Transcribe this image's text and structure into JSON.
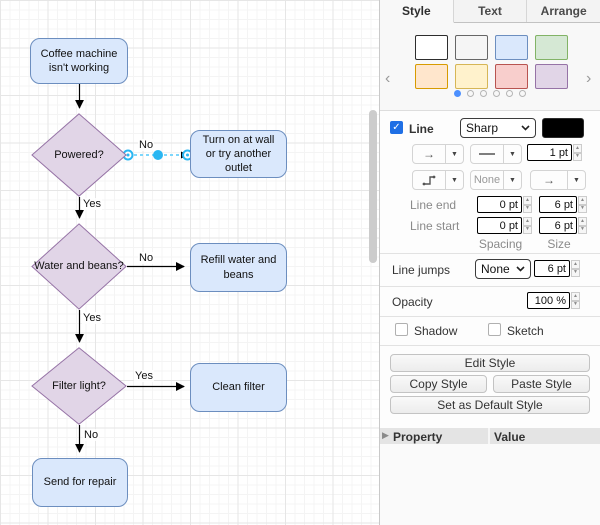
{
  "flowchart": {
    "nodes": {
      "start": {
        "label": "Coffee machine isn't working"
      },
      "powered": {
        "label": "Powered?"
      },
      "turn_on": {
        "label": "Turn on at wall or try another outlet"
      },
      "water": {
        "label": "Water and beans?"
      },
      "refill": {
        "label": "Refill water and beans"
      },
      "filter": {
        "label": "Filter light?"
      },
      "clean": {
        "label": "Clean filter"
      },
      "repair": {
        "label": "Send for repair"
      }
    },
    "edge_labels": {
      "powered_no": "No",
      "powered_yes": "Yes",
      "water_no": "No",
      "water_yes": "Yes",
      "filter_yes": "Yes",
      "filter_no": "No"
    },
    "colors": {
      "process_fill": "#dae8fc",
      "process_stroke": "#6c8ebf",
      "decision_fill": "#e1d5e7",
      "decision_stroke": "#9673a6",
      "edge": "#000000",
      "selection": "#29b6f2"
    }
  },
  "panel": {
    "tabs": [
      {
        "label": "Style",
        "active": true
      },
      {
        "label": "Text",
        "active": false
      },
      {
        "label": "Arrange",
        "active": false
      }
    ],
    "swatches": [
      {
        "name": "white",
        "fill": "#ffffff",
        "stroke": "#2d2d2d"
      },
      {
        "name": "gray",
        "fill": "#f5f5f5",
        "stroke": "#666666"
      },
      {
        "name": "blue",
        "fill": "#dae8fc",
        "stroke": "#6c8ebf"
      },
      {
        "name": "green",
        "fill": "#d5e8d4",
        "stroke": "#82b366"
      },
      {
        "name": "orange",
        "fill": "#ffe6cc",
        "stroke": "#d79b00"
      },
      {
        "name": "yellow",
        "fill": "#fff2cc",
        "stroke": "#d6b656"
      },
      {
        "name": "red",
        "fill": "#f8cecc",
        "stroke": "#b85450"
      },
      {
        "name": "purple",
        "fill": "#e1d5e7",
        "stroke": "#9673a6"
      }
    ],
    "swatch_pages": {
      "count": 6,
      "active": 0
    },
    "line": {
      "label": "Line",
      "checked": true,
      "style": "Sharp",
      "color": "#000000",
      "width": "1 pt",
      "waypoint_value": "None",
      "end_label": "Line end",
      "start_label": "Line start",
      "end_spacing": "0 pt",
      "end_size": "6 pt",
      "start_spacing": "0 pt",
      "start_size": "6 pt",
      "spacing_label": "Spacing",
      "size_label": "Size"
    },
    "line_jumps": {
      "label": "Line jumps",
      "value": "None",
      "size": "6 pt"
    },
    "opacity": {
      "label": "Opacity",
      "value": "100 %"
    },
    "effects": {
      "shadow_label": "Shadow",
      "shadow_checked": false,
      "sketch_label": "Sketch",
      "sketch_checked": false
    },
    "style_buttons": {
      "edit": "Edit Style",
      "copy": "Copy Style",
      "paste": "Paste Style",
      "set_default": "Set as Default Style"
    },
    "property_table": {
      "property_header": "Property",
      "value_header": "Value"
    }
  }
}
